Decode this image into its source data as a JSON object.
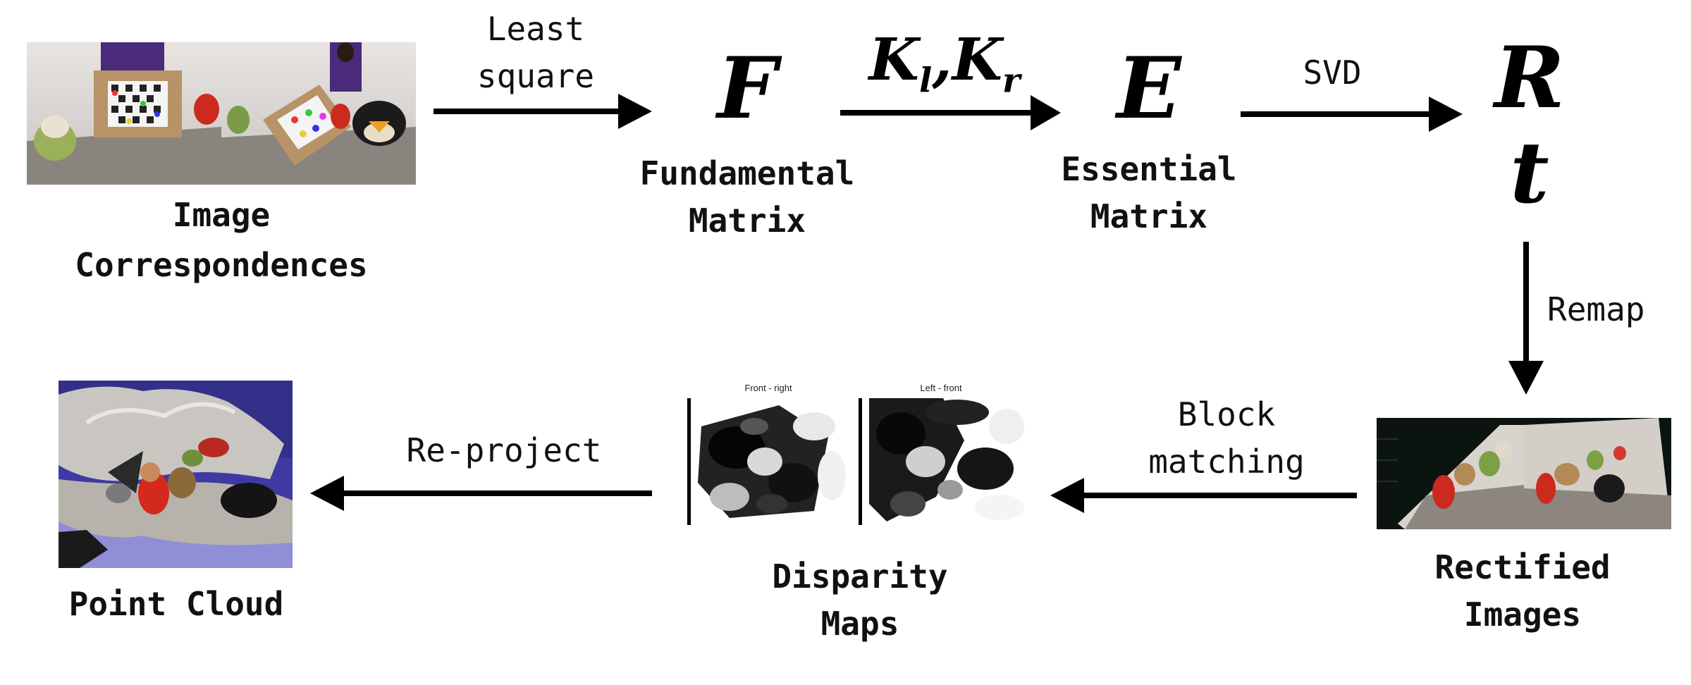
{
  "nodes": {
    "image_correspondences": "Image\nCorrespondences",
    "fundamental_matrix": "Fundamental\nMatrix",
    "essential_matrix": "Essential\nMatrix",
    "rectified_images": "Rectified\nImages",
    "disparity_maps": "Disparity\nMaps",
    "point_cloud": "Point Cloud"
  },
  "symbols": {
    "F": "F",
    "E": "E",
    "R": "R",
    "t": "t",
    "K_l_base": "K",
    "K_l_sub": "l",
    "sep": ",",
    "K_r_base": "K",
    "K_r_sub": "r"
  },
  "edges": {
    "least_square": "Least\nsquare",
    "svd": "SVD",
    "remap": "Remap",
    "block_matching": "Block\nmatching",
    "re_project": "Re-project"
  },
  "disparity_captions": {
    "left": "Front - right",
    "right": "Left - front"
  },
  "colors": {
    "arrow": "#000000",
    "text": "#111111"
  }
}
